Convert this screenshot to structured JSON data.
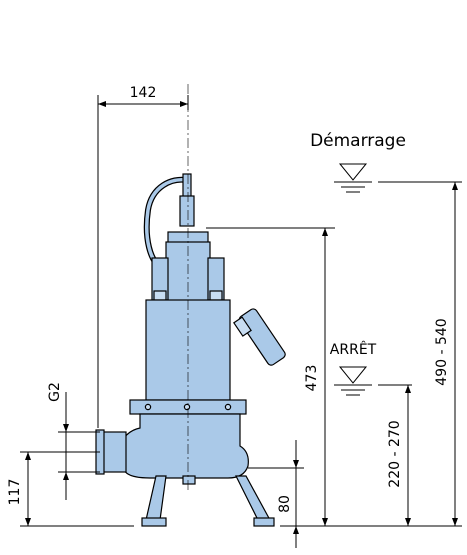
{
  "drawing": {
    "dimensions": {
      "top_width": "142",
      "pump_height": "473",
      "start_level": "490 - 540",
      "stop_level": "220 - 270",
      "foot_height": "80",
      "outlet_height": "117",
      "outlet_thread": "G2"
    },
    "levels": {
      "start_label": "Démarrage",
      "stop_label": "ARRÊT"
    },
    "colors": {
      "pump_fill": "#aac9e8",
      "pump_fill_light": "#c8ddf2",
      "line": "#000000"
    }
  }
}
